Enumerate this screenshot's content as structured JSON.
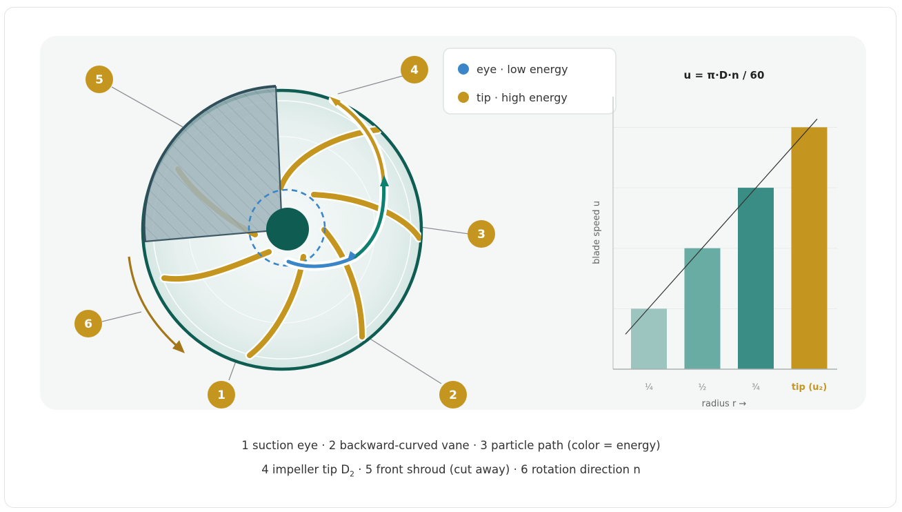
{
  "legend": {
    "eye": "eye · low energy",
    "tip": "tip · high energy"
  },
  "callouts": [
    "1",
    "2",
    "3",
    "4",
    "5",
    "6"
  ],
  "chart_data": {
    "type": "bar",
    "title": "u = π·D·n / 60",
    "ylabel": "blade speed u",
    "xlabel": "radius r →",
    "categories": [
      "¼",
      "½",
      "¾",
      "tip (u₂)"
    ],
    "values": [
      0.25,
      0.5,
      0.75,
      1.0
    ],
    "ylim": [
      0,
      1.0
    ],
    "trend_line": "linear",
    "grid": true
  },
  "caption": {
    "line1": "1 suction eye · 2 backward-curved vane · 3 particle path (color = energy)",
    "line2_pre": "4 impeller tip D",
    "line2_sub": "2",
    "line2_post": " · 5 front shroud (cut away) · 6 rotation direction n"
  },
  "colors": {
    "eye_blue": "#3a86c8",
    "tip_gold": "#c4951f",
    "teal_dark": "#0e5c52",
    "bar_colors": [
      "#9cc5bf",
      "#68aca4",
      "#3a8d84",
      "#c4951f"
    ]
  }
}
